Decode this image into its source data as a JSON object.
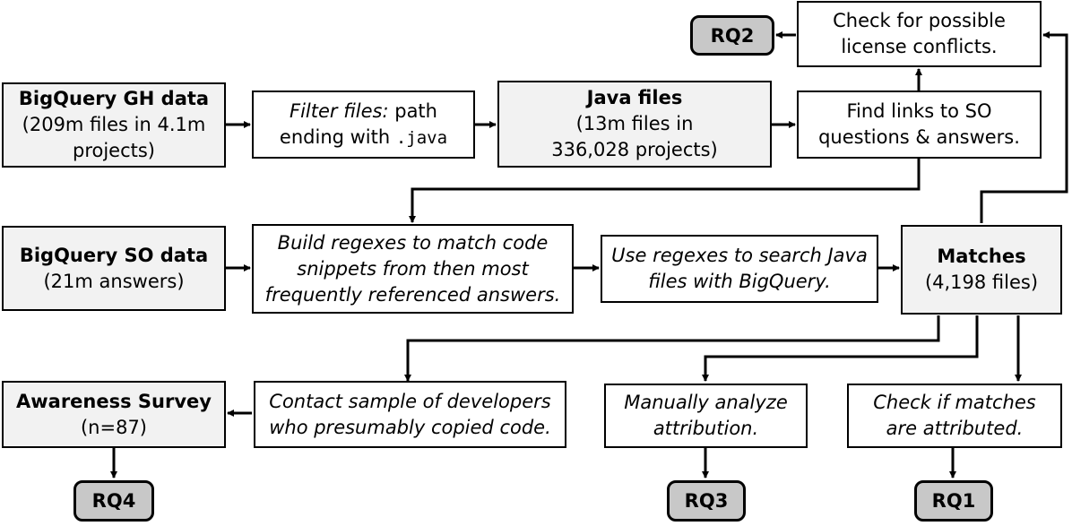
{
  "boxes": {
    "gh_data": {
      "title": "BigQuery GH data",
      "line1": "(209m files in 4.1m",
      "line2": "projects)"
    },
    "filter_files": {
      "emph": "Filter files:",
      "rest": " path",
      "line2_text": "ending with ",
      "line2_code": ".java"
    },
    "java_files": {
      "title": "Java files",
      "line1": "(13m files in",
      "line2": "336,028 projects)"
    },
    "find_links": {
      "line1": "Find links to SO",
      "line2": "questions & answers."
    },
    "license_check": {
      "line1": "Check for possible",
      "line2": "license conflicts."
    },
    "so_data": {
      "title": "BigQuery SO data",
      "line1": "(21m answers)"
    },
    "build_regex": {
      "line1": "Build regexes to match code",
      "line2": "snippets from then most",
      "line3": "frequently referenced answers."
    },
    "use_regex": {
      "line1": "Use regexes to search Java",
      "line2": "files with BigQuery."
    },
    "matches": {
      "title": "Matches",
      "line1": "(4,198 files)"
    },
    "survey": {
      "title": "Awareness Survey",
      "line1": "(n=87)"
    },
    "contact": {
      "line1": "Contact sample of developers",
      "line2": "who presumably copied code."
    },
    "manual": {
      "line1": "Manually analyze",
      "line2": "attribution."
    },
    "check_attr": {
      "line1": "Check if matches",
      "line2": "are attributed."
    }
  },
  "rq": {
    "rq1": "RQ1",
    "rq2": "RQ2",
    "rq3": "RQ3",
    "rq4": "RQ4"
  },
  "colors": {
    "data_fill": "#f2f2f2",
    "rq_fill": "#c8c8c8",
    "stroke": "#000000"
  }
}
